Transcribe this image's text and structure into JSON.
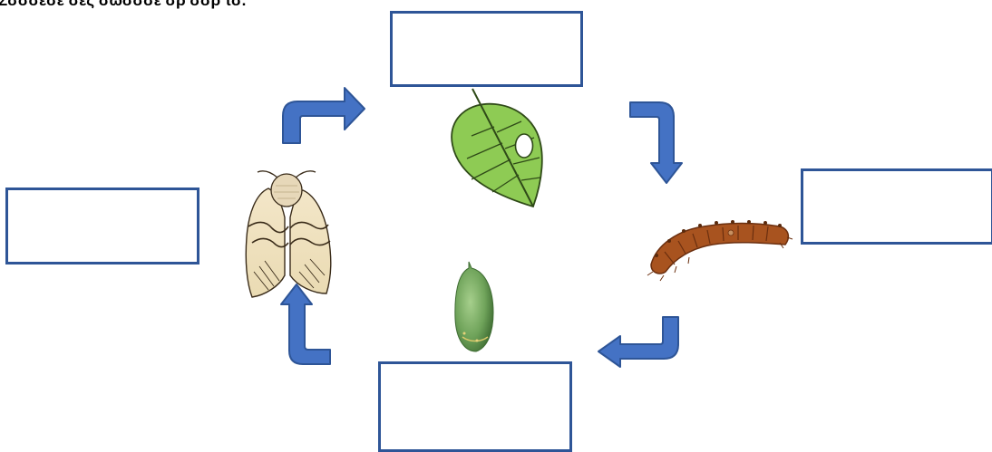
{
  "header": {
    "title": "Σσσσεσε σες σωσσσε σρ σσρ τσ."
  },
  "diagram": {
    "arrow_color": "#4472c4",
    "arrow_outline": "#2e5597",
    "box_border_color": "#2e5597",
    "stages": [
      {
        "name": "egg-on-leaf",
        "icon": "leaf-with-egg-icon"
      },
      {
        "name": "caterpillar",
        "icon": "caterpillar-icon"
      },
      {
        "name": "pupa",
        "icon": "chrysalis-icon"
      },
      {
        "name": "adult",
        "icon": "moth-icon"
      }
    ]
  }
}
